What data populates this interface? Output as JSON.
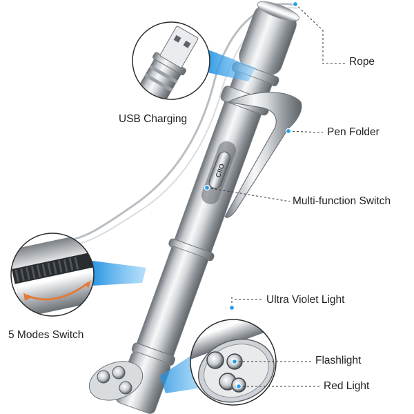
{
  "callouts": {
    "rope": "Rope",
    "pen_folder": "Pen Folder",
    "multi_function_switch": "Multi-function Switch",
    "usb_charging": "USB Charging",
    "modes_switch": "5 Modes Switch",
    "ultra_violet_light": "Ultra Violet Light",
    "flashlight": "Flashlight",
    "red_light": "Red Light"
  },
  "switch_marking": "CIIO",
  "colors": {
    "callout_accent": "#2a9ee8",
    "leader_line": "#333333",
    "body_metal": "#c9ccd0",
    "rotation_arrow": "#e27a3a"
  }
}
